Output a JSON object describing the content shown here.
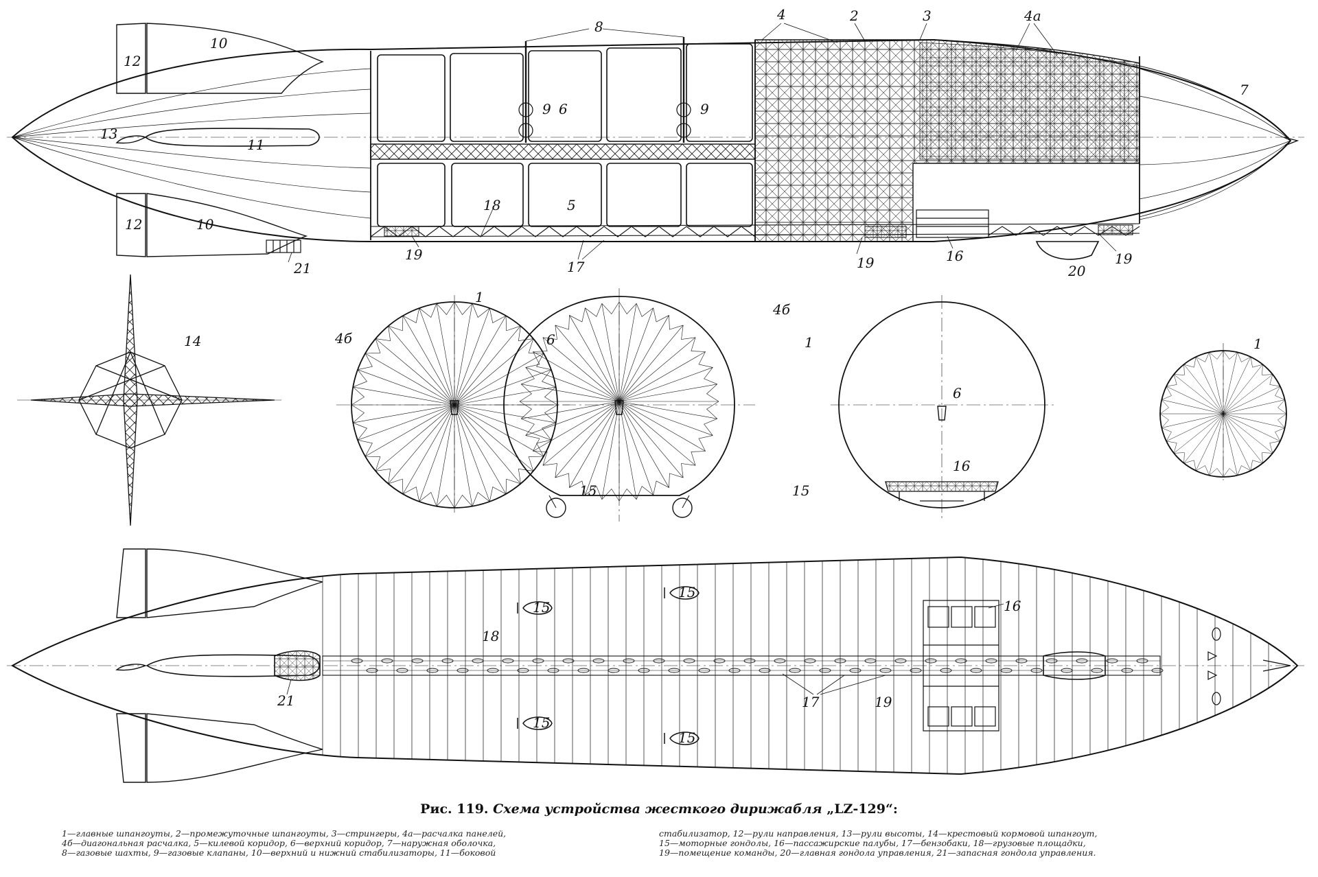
{
  "caption": {
    "fig": "Рис. 119.",
    "title": "Схема устройства жесткого дирижабля",
    "model": "„LZ-129“:"
  },
  "legend": {
    "left": [
      "1—главные шпангоуты, 2—промежуточные шпангоуты, 3—стрингеры, 4а—расчалка панелей,",
      "4б—диагональная расчалка, 5—килевой коридор, 6—верхний коридор, 7—наружная оболочка,",
      "8—газовые шахты, 9—газовые клапаны, 10—верхний и нижний стабилизаторы, 11—боковой"
    ],
    "right": [
      "стабилизатор, 12—рули направления, 13—рули высоты, 14—крестовый кормовой шпангоут,",
      "15—моторные гондолы, 16—пассажирские палубы, 17—бензобаки, 18—грузовые площадки,",
      "19—помещение команды, 20—главная гондола управления, 21—запасная гондола управления."
    ]
  },
  "side_view": {
    "labels": {
      "n8": "8",
      "n4": "4",
      "n2": "2",
      "n3": "3",
      "n4a": "4а",
      "n10a": "10",
      "n10b": "10",
      "n12a": "12",
      "n12b": "12",
      "n13": "13",
      "n11": "11",
      "n9a": "9",
      "n9b": "9",
      "n6": "6",
      "n7": "7",
      "n18": "18",
      "n5": "5",
      "n19a": "19",
      "n19b": "19",
      "n19c": "19",
      "n17": "17",
      "n16": "16",
      "n20": "20",
      "n21": "21"
    }
  },
  "sections": {
    "labels": {
      "n14": "14",
      "s1_4b": "4б",
      "s1_1": "1",
      "s1_6": "6",
      "s2_4b": "4б",
      "s2_1": "1",
      "s2_15a": "15",
      "s2_15b": "15",
      "s3_6": "6",
      "s3_16": "16",
      "s4_1": "1"
    }
  },
  "plan_view": {
    "labels": {
      "n15a": "15",
      "n15b": "15",
      "n15c": "15",
      "n15d": "15",
      "n16": "16",
      "n18": "18",
      "n21": "21",
      "n17": "17",
      "n19": "19"
    }
  }
}
